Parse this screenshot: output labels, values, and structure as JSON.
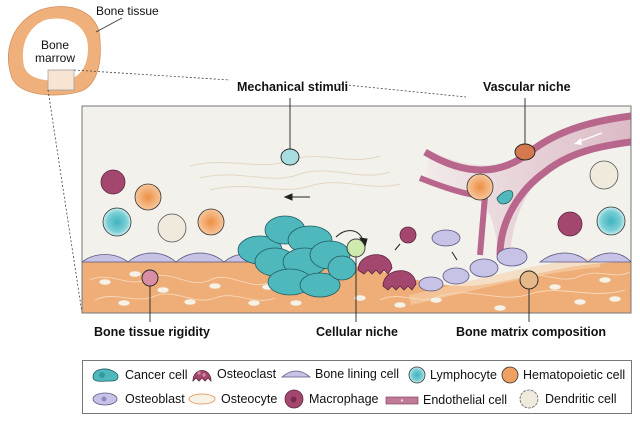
{
  "inset": {
    "bone_tissue_label": "Bone tissue",
    "bone_marrow_label_line1": "Bone",
    "bone_marrow_label_line2": "marrow"
  },
  "callouts": {
    "mechanical_stimuli": "Mechanical stimuli",
    "vascular_niche": "Vascular niche",
    "bone_tissue_rigidity": "Bone tissue rigidity",
    "cellular_niche": "Cellular niche",
    "bone_matrix_composition": "Bone matrix composition"
  },
  "legend": {
    "row1": [
      {
        "label": "Cancer cell",
        "icon": "cancer-cell-icon"
      },
      {
        "label": "Osteoclast",
        "icon": "osteoclast-icon"
      },
      {
        "label": "Bone lining cell",
        "icon": "bone-lining-cell-icon"
      },
      {
        "label": "Lymphocyte",
        "icon": "lymphocyte-icon"
      },
      {
        "label": "Hematopoietic cell",
        "icon": "hematopoietic-cell-icon"
      }
    ],
    "row2": [
      {
        "label": "Osteoblast",
        "icon": "osteoblast-icon"
      },
      {
        "label": "Osteocyte",
        "icon": "osteocyte-icon"
      },
      {
        "label": "Macrophage",
        "icon": "macrophage-icon"
      },
      {
        "label": "Endothelial cell",
        "icon": "endothelial-cell-icon"
      },
      {
        "label": "Dendritic cell",
        "icon": "dendritic-cell-icon"
      }
    ]
  },
  "colors": {
    "bone": "#f0ad78",
    "marrow_bg": "#f3f1ec",
    "cancer": "#4fb8bd",
    "osteoclast": "#a4476e",
    "lining": "#c7c3e6",
    "lymphocyte": "#8ad2d9",
    "hematopoietic": "#f0a060",
    "vessel": "#c07a98",
    "dendritic": "#efeadb"
  }
}
